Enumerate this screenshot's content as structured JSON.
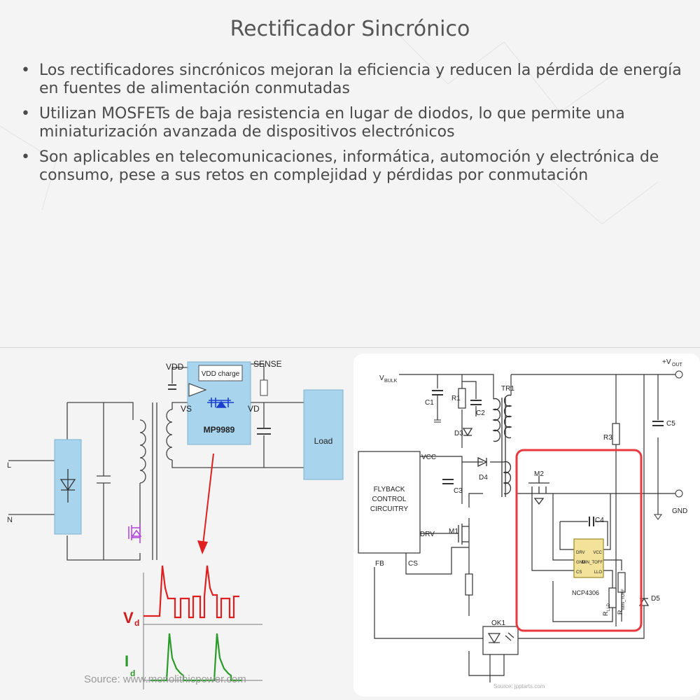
{
  "title": "Rectificador Sincrónico",
  "bullets": [
    "Los rectificadores sincrónicos mejoran la eficiencia y reducen la pérdida de energía en fuentes de alimentación conmutadas",
    "Utilizan MOSFETs de baja resistencia en lugar de diodos, lo que permite una miniaturización avanzada de dispositivos electrónicos",
    "Son aplicables en telecomunicaciones, informática, automoción y electrónica de consumo, pese a sus retos en complejidad y pérdidas por conmutación"
  ],
  "left_diagram": {
    "vdd": "VDD",
    "sense": "SENSE",
    "vdd_charge": "VDD charge",
    "vs": "VS",
    "vd": "VD",
    "chip": "MP9989",
    "load": "Load",
    "l": "L",
    "n": "N",
    "vd_wave": "V",
    "vd_sub": "d",
    "id_wave": "I",
    "id_sub": "d",
    "source": "Source: www.monolithicpower.com"
  },
  "right_diagram": {
    "vbulk": "V",
    "vbulk_sub": "BULK",
    "vout": "+V",
    "vout_sub": "OUT",
    "c1": "C1",
    "r1": "R1",
    "c2": "C2",
    "d3": "D3",
    "tr1": "TR1",
    "r3": "R3",
    "c5": "C5",
    "gnd": "GND",
    "vcc": "VCC",
    "d4": "D4",
    "c3": "C3",
    "flyback_line1": "FLYBACK",
    "flyback_line2": "CONTROL",
    "flyback_line3": "CIRCUITRY",
    "drv": "DRV",
    "m1": "M1",
    "fb": "FB",
    "cs": "CS",
    "m2": "M2",
    "c4": "C4",
    "ic_drv": "DRV",
    "ic_vcc": "VCC",
    "ic_gnd": "GND",
    "ic_min_toff": "MIN_TOFF",
    "ic_cs": "CS",
    "ic_llo": "LLO",
    "ic_name": "NCP4306",
    "rlld": "R",
    "rlld_sub": "LLD",
    "rmin": "R",
    "rmin_sub": "MIN_TOFF",
    "d5": "D5",
    "ok1": "OK1",
    "source": "Source: jpptarts.com"
  },
  "colors": {
    "title": "#555555",
    "text": "#4a4a4a",
    "highlight": "#e8383d",
    "chip_blue": "#a9d4ee",
    "wave_red": "#e02020",
    "wave_green": "#2a9a2a",
    "label_red": "#cc1c1c"
  }
}
